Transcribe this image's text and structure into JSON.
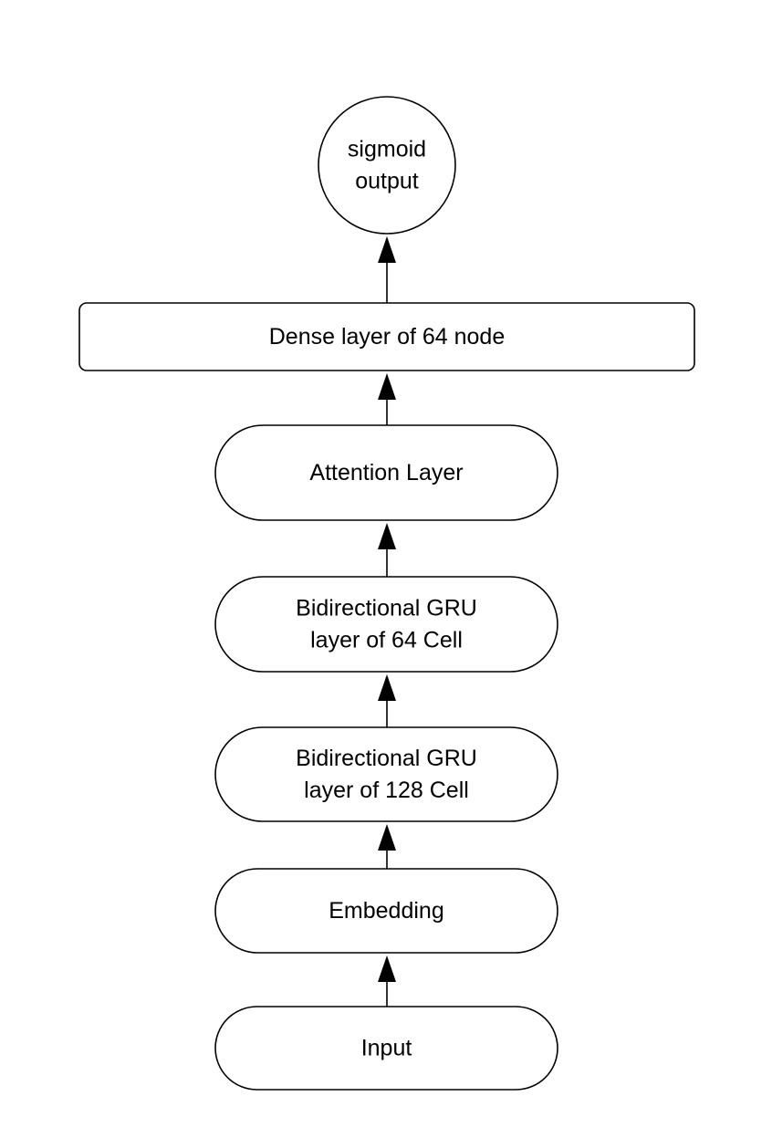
{
  "diagram": {
    "nodes": [
      {
        "id": "output",
        "shape": "circle",
        "lines": [
          "sigmoid",
          "output"
        ]
      },
      {
        "id": "dense",
        "shape": "rect",
        "lines": [
          "Dense layer of 64 node"
        ]
      },
      {
        "id": "attention",
        "shape": "stadium",
        "lines": [
          "Attention Layer"
        ]
      },
      {
        "id": "gru64",
        "shape": "stadium",
        "lines": [
          "Bidirectional GRU",
          "layer of 64 Cell"
        ]
      },
      {
        "id": "gru128",
        "shape": "stadium",
        "lines": [
          "Bidirectional GRU",
          "layer of 128 Cell"
        ]
      },
      {
        "id": "embedding",
        "shape": "stadium",
        "lines": [
          "Embedding"
        ]
      },
      {
        "id": "input",
        "shape": "stadium",
        "lines": [
          "Input"
        ]
      }
    ],
    "edges": [
      {
        "from": "input",
        "to": "embedding"
      },
      {
        "from": "embedding",
        "to": "gru128"
      },
      {
        "from": "gru128",
        "to": "gru64"
      },
      {
        "from": "gru64",
        "to": "attention"
      },
      {
        "from": "attention",
        "to": "dense"
      },
      {
        "from": "dense",
        "to": "output"
      }
    ]
  }
}
